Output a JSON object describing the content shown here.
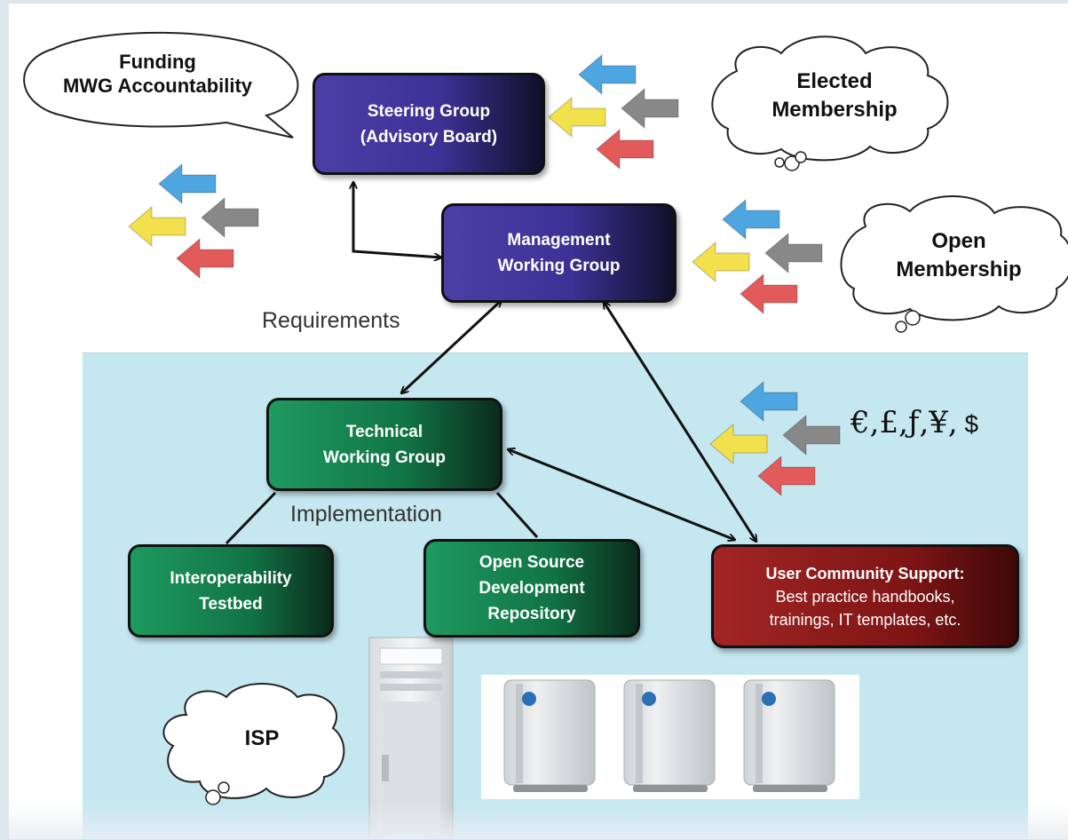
{
  "boxes": {
    "steering": {
      "line1": "Steering Group",
      "line2": "(Advisory Board)"
    },
    "management": {
      "line1": "Management",
      "line2": "Working Group"
    },
    "technical": {
      "line1": "Technical",
      "line2": "Working Group"
    },
    "interoperability": {
      "line1": "Interoperability",
      "line2": "Testbed"
    },
    "open_source": {
      "line1": "Open Source",
      "line2": "Development",
      "line3": "Repository"
    },
    "user_support": {
      "title": "User Community Support:",
      "line2": "Best practice handbooks,",
      "line3": "trainings, IT templates, etc."
    }
  },
  "labels": {
    "requirements": "Requirements",
    "implementation": "Implementation"
  },
  "bubbles": {
    "speech": {
      "line1": "Funding",
      "line2": "MWG Accountability"
    },
    "elected": {
      "line1": "Elected",
      "line2": "Membership"
    },
    "open": {
      "line1": "Open",
      "line2": "Membership"
    },
    "isp": {
      "line1": "ISP"
    }
  },
  "currency": {
    "symbols": "€,£,ƒ,¥,",
    "dollar": " $"
  },
  "arrow_cluster_colors": [
    "#4da6e0",
    "#888888",
    "#f2e04c",
    "#e35a5a"
  ],
  "colors": {
    "purple_box": "#3b3296",
    "green_box": "#117344",
    "red_box": "#7e1515",
    "panel": "#c5e7f0"
  }
}
